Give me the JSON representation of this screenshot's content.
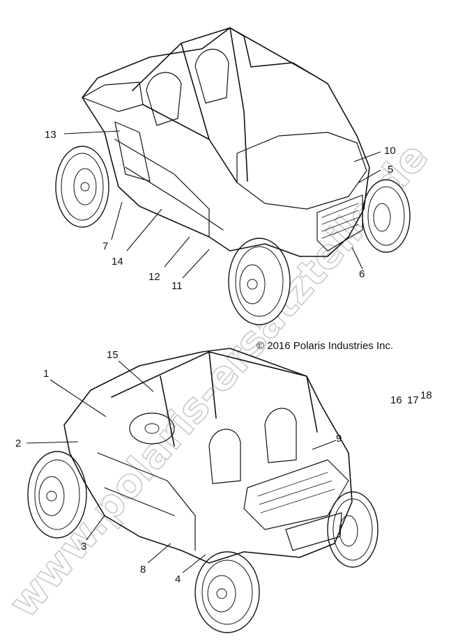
{
  "copyright": "© 2016 Polaris Industries Inc.",
  "watermark": "www.polaris-ersatzteile.de",
  "page_ref": {
    "a": "16",
    "b": "17",
    "c": "18"
  },
  "upper_callouts": [
    {
      "id": "c13",
      "text": "13"
    },
    {
      "id": "c10",
      "text": "10"
    },
    {
      "id": "c5",
      "text": "5"
    },
    {
      "id": "c7",
      "text": "7"
    },
    {
      "id": "c14",
      "text": "14"
    },
    {
      "id": "c12",
      "text": "12"
    },
    {
      "id": "c11",
      "text": "11"
    },
    {
      "id": "c6",
      "text": "6"
    }
  ],
  "lower_callouts": [
    {
      "id": "c15",
      "text": "15"
    },
    {
      "id": "c1",
      "text": "1"
    },
    {
      "id": "c2",
      "text": "2"
    },
    {
      "id": "c9",
      "text": "9"
    },
    {
      "id": "c3",
      "text": "3"
    },
    {
      "id": "c8",
      "text": "8"
    },
    {
      "id": "c4",
      "text": "4"
    }
  ]
}
